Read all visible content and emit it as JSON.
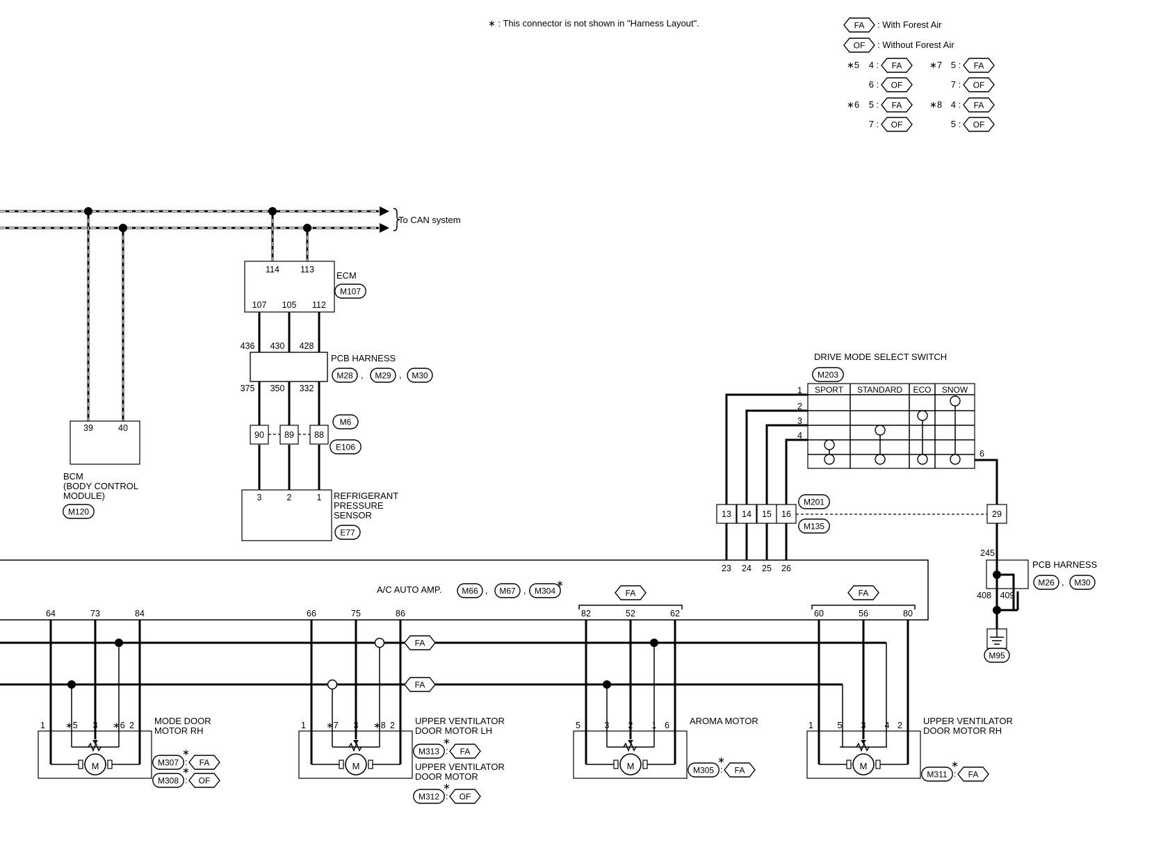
{
  "notes": {
    "star_note": "∗ : This connector is not shown in \"Harness Layout\".",
    "legend_fa": ": With Forest Air",
    "legend_of": ": Without Forest Air",
    "variants": [
      {
        "mark": "∗5",
        "rows": [
          {
            "pin": "4",
            "tag": "FA"
          },
          {
            "pin": "6",
            "tag": "OF"
          }
        ]
      },
      {
        "mark": "∗7",
        "rows": [
          {
            "pin": "5",
            "tag": "FA"
          },
          {
            "pin": "7",
            "tag": "OF"
          }
        ]
      },
      {
        "mark": "∗6",
        "rows": [
          {
            "pin": "5",
            "tag": "FA"
          },
          {
            "pin": "7",
            "tag": "OF"
          }
        ]
      },
      {
        "mark": "∗8",
        "rows": [
          {
            "pin": "4",
            "tag": "FA"
          },
          {
            "pin": "5",
            "tag": "OF"
          }
        ]
      }
    ],
    "tags": {
      "fa": "FA",
      "of": "OF"
    }
  },
  "can": {
    "label": "To CAN system"
  },
  "ecm": {
    "name": "ECM",
    "connector": "M107",
    "pins_top": [
      "114",
      "113"
    ],
    "pins_bottom": [
      "107",
      "105",
      "112"
    ]
  },
  "pcb1": {
    "name": "PCB HARNESS",
    "connectors": [
      "M28",
      "M29",
      "M30"
    ],
    "pins_top": [
      "436",
      "430",
      "428"
    ],
    "pins_bottom": [
      "375",
      "350",
      "332"
    ]
  },
  "junction": {
    "pins": [
      "90",
      "89",
      "88"
    ],
    "connectors": [
      "M6",
      "E106"
    ]
  },
  "sensor": {
    "name": "REFRIGERANT PRESSURE SENSOR",
    "name_lines": [
      "REFRIGERANT",
      "PRESSURE",
      "SENSOR"
    ],
    "connector": "E77",
    "pins": [
      "3",
      "2",
      "1"
    ]
  },
  "bcm": {
    "name_lines": [
      "BCM",
      "(BODY CONTROL",
      " MODULE)"
    ],
    "connector": "M120",
    "pins": [
      "39",
      "40"
    ]
  },
  "dms": {
    "name": "DRIVE MODE SELECT SWITCH",
    "connector": "M203",
    "columns": [
      "SPORT",
      "STANDARD",
      "ECO",
      "SNOW"
    ],
    "pins": [
      "1",
      "2",
      "3",
      "4"
    ],
    "out_pin": "6",
    "inline_pins": [
      "13",
      "14",
      "15",
      "16"
    ],
    "inline_connectors": [
      "M201",
      "M135"
    ],
    "ground_inline_pin": "29"
  },
  "pcb2": {
    "name": "PCB HARNESS",
    "connectors": [
      "M26",
      "M30"
    ],
    "pin_top": "245",
    "pins_bottom": [
      "408",
      "409"
    ],
    "ground": "M95"
  },
  "amp": {
    "name": "A/C AUTO AMP.",
    "connectors": [
      "M66",
      "M67",
      "M304"
    ],
    "dms_pins": [
      "23",
      "24",
      "25",
      "26"
    ],
    "groups": [
      {
        "pins": [
          "64",
          "73",
          "84"
        ]
      },
      {
        "pins": [
          "66",
          "75",
          "86"
        ]
      },
      {
        "pins": [
          "82",
          "52",
          "62"
        ],
        "tag": "FA"
      },
      {
        "pins": [
          "60",
          "56",
          "80"
        ],
        "tag": "FA"
      }
    ]
  },
  "bus_tags": [
    "FA",
    "FA"
  ],
  "motors": [
    {
      "name_lines": [
        "MODE DOOR",
        "MOTOR RH"
      ],
      "pins": [
        "1",
        "∗5",
        "3",
        "∗6",
        "2"
      ],
      "conn": [
        {
          "id": "M307",
          "tag": "FA"
        },
        {
          "id": "M308",
          "tag": "OF"
        }
      ]
    },
    {
      "name_lines": [
        "UPPER VENTILATOR",
        "DOOR MOTOR LH"
      ],
      "name2_lines": [
        "UPPER VENTILATOR",
        "DOOR MOTOR"
      ],
      "pins": [
        "1",
        "∗7",
        "3",
        "∗8",
        "2"
      ],
      "conn": [
        {
          "id": "M313",
          "tag": "FA"
        },
        {
          "id": "M312",
          "tag": "OF"
        }
      ]
    },
    {
      "name_lines": [
        "AROMA MOTOR"
      ],
      "pins": [
        "5",
        "3",
        "2",
        "1",
        "6"
      ],
      "conn": [
        {
          "id": "M305",
          "tag": "FA"
        }
      ]
    },
    {
      "name_lines": [
        "UPPER VENTILATOR",
        "DOOR MOTOR RH"
      ],
      "pins": [
        "1",
        "5",
        "3",
        "4",
        "2"
      ],
      "conn": [
        {
          "id": "M311",
          "tag": "FA"
        }
      ]
    }
  ],
  "motor_symbol": "M",
  "star": "∗"
}
